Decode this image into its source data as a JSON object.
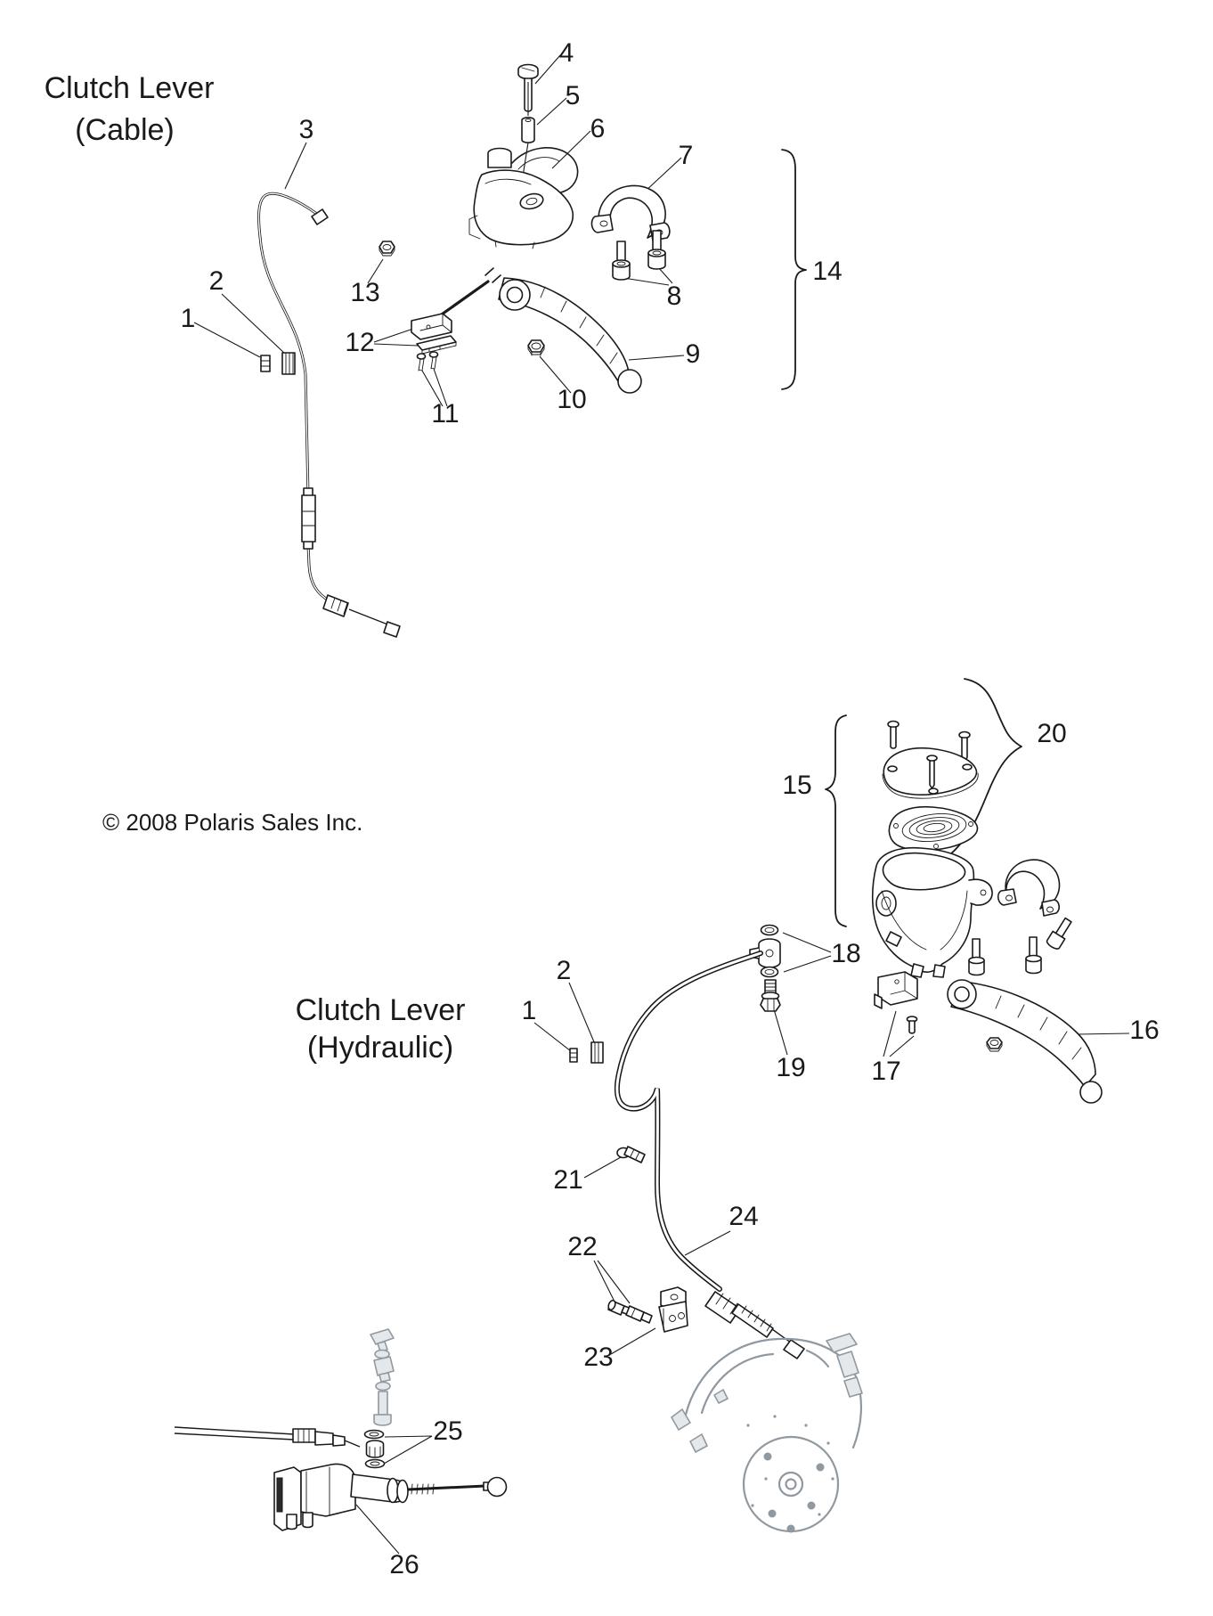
{
  "colors": {
    "ink": "#1a1a1a",
    "gray": "#9098a0",
    "bg": "#ffffff"
  },
  "cable_section": {
    "title_line1": "Clutch Lever",
    "title_line2": "(Cable)",
    "callouts": {
      "c1": "1",
      "c2": "2",
      "c3": "3",
      "c4": "4",
      "c5": "5",
      "c6": "6",
      "c7": "7",
      "c8": "8",
      "c9": "9",
      "c10": "10",
      "c11": "11",
      "c12": "12",
      "c13": "13",
      "c14": "14"
    }
  },
  "hydraulic_section": {
    "title_line1": "Clutch Lever",
    "title_line2": "(Hydraulic)",
    "callouts": {
      "c1": "1",
      "c2": "2",
      "c15": "15",
      "c16": "16",
      "c17": "17",
      "c18": "18",
      "c19": "19",
      "c20": "20",
      "c21": "21",
      "c22": "22",
      "c23": "23",
      "c24": "24",
      "c25": "25",
      "c26": "26"
    }
  },
  "footer": {
    "copyright": "© 2008 Polaris Sales Inc."
  }
}
